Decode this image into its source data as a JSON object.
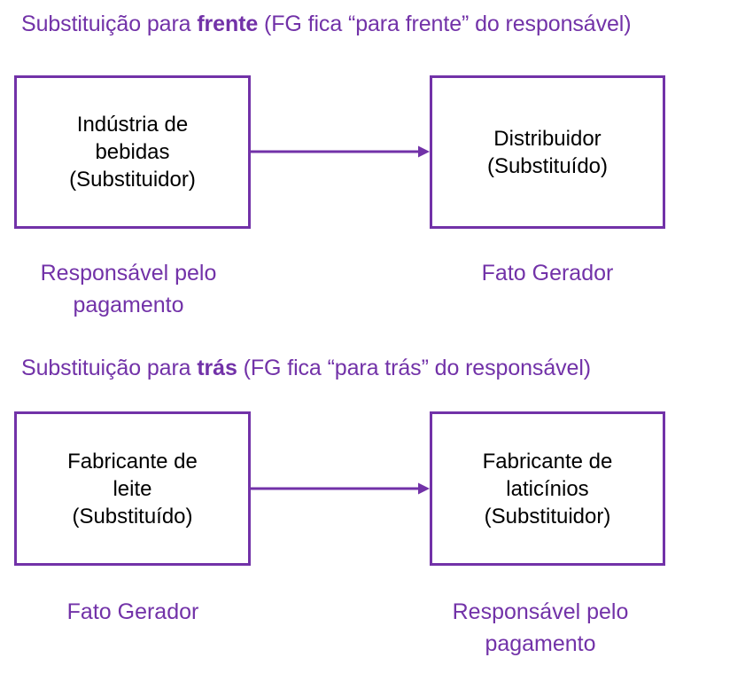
{
  "page": {
    "background_color": "#ffffff",
    "accent_color": "#7232a8",
    "text_color": "#000000"
  },
  "sections": [
    {
      "id": "frente",
      "title_plain": "Substituição para frente (FG fica “para frente” do responsável)",
      "title_prefix": "Substituição para ",
      "title_emphasis": "frente",
      "title_suffix": " (FG fica “para frente” do responsável)",
      "left_box": "Indústria de\nbebidas\n(Substituidor)",
      "right_box": "Distribuidor\n(Substituído)",
      "left_caption": "Responsável pelo\npagamento",
      "right_caption": "Fato Gerador",
      "arrow_direction": "left-to-right"
    },
    {
      "id": "tras",
      "title_plain": "Substituição para trás (FG fica “para trás” do responsável)",
      "title_prefix": "Substituição para ",
      "title_emphasis": "trás",
      "title_suffix": " (FG fica “para trás” do responsável)",
      "left_box": "Fabricante de\nleite\n(Substituído)",
      "right_box": "Fabricante de\nlaticínios\n(Substituidor)",
      "left_caption": "Fato Gerador",
      "right_caption": "Responsável pelo\npagamento",
      "arrow_direction": "left-to-right"
    }
  ],
  "icons": {
    "arrow": "arrow-right-icon"
  }
}
